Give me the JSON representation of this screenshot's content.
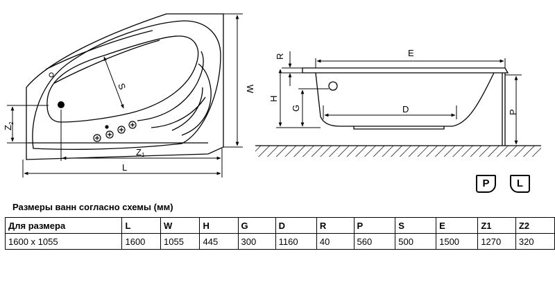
{
  "plan_labels": {
    "S": "S",
    "W": "W",
    "Z1": "Z",
    "Z1_sub": "1",
    "Z2": "Z",
    "Z2_sub": "2",
    "L": "L"
  },
  "side_labels": {
    "R": "R",
    "E": "E",
    "H": "H",
    "G": "G",
    "D": "D",
    "P": "P"
  },
  "badges": {
    "right": "P",
    "left": "L"
  },
  "table": {
    "caption": "Размеры ванн согласно схемы (мм)",
    "headers": [
      "Для размера",
      "L",
      "W",
      "H",
      "G",
      "D",
      "R",
      "P",
      "S",
      "E",
      "Z1",
      "Z2"
    ],
    "rows": [
      [
        "1600 x 1055",
        "1600",
        "1055",
        "445",
        "300",
        "1160",
        "40",
        "560",
        "500",
        "1500",
        "1270",
        "320"
      ]
    ]
  }
}
